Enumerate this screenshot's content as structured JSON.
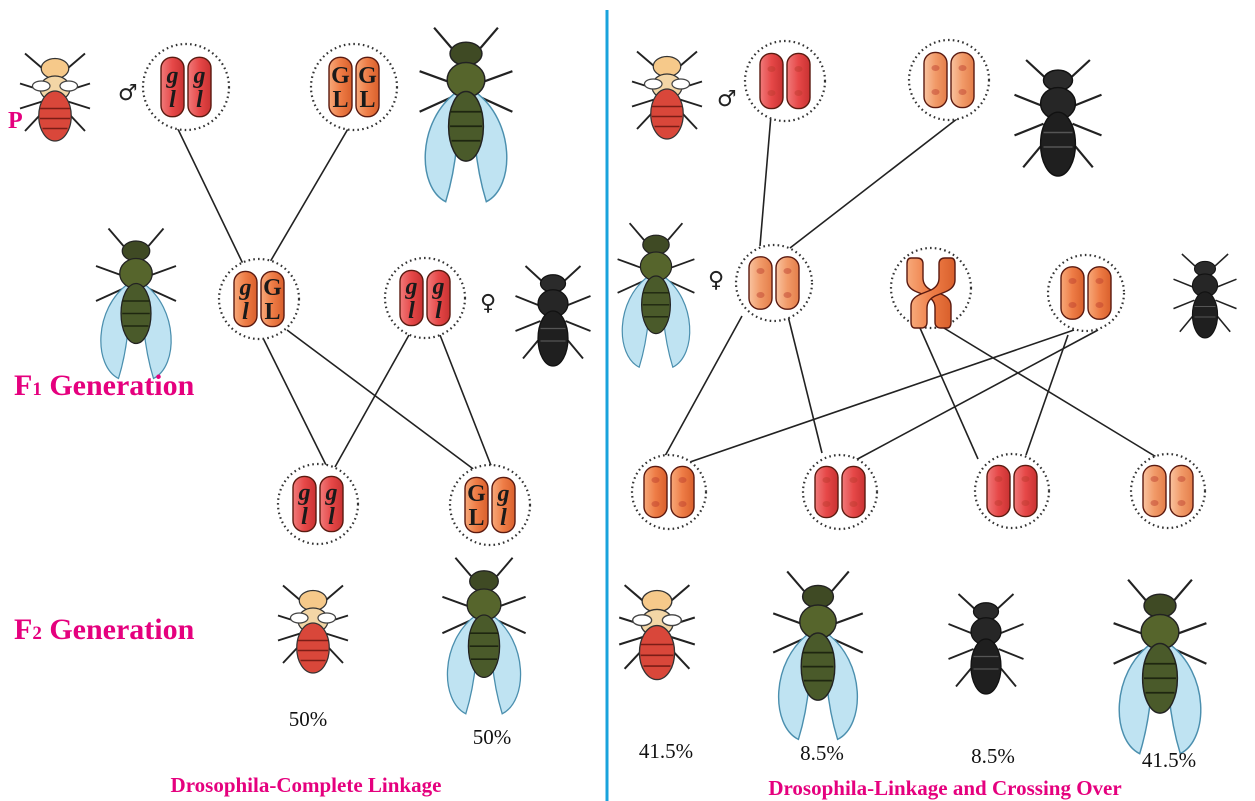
{
  "colors": {
    "title_magenta": "#e5007e",
    "divider_blue": "#1aa3dc",
    "chromosome_red": "#e04a4a",
    "chromosome_orange": "#ee7f45",
    "vestigial_body": "#d54a3a",
    "wild_body": "#4a5a2a",
    "wing_blue": "#bfe3f2"
  },
  "left_panel": {
    "labels": {
      "p": "P",
      "f1_prefix": "F",
      "f1_sub": "1",
      "f1_suffix": " Generation",
      "f2_prefix": "F",
      "f2_sub": "2",
      "f2_suffix": " Generation"
    },
    "symbols": {
      "male": "♂",
      "female": "♀"
    },
    "chromosomes": {
      "p_male": {
        "top": [
          "g",
          "g"
        ],
        "bottom": [
          "l",
          "l"
        ]
      },
      "p_female": {
        "top": [
          "G",
          "G"
        ],
        "bottom": [
          "L",
          "L"
        ]
      },
      "f1_a": {
        "top": [
          "g",
          "G"
        ],
        "bottom": [
          "l",
          "L"
        ]
      },
      "f1_b": {
        "top": [
          "g",
          "g"
        ],
        "bottom": [
          "l",
          "l"
        ]
      },
      "f2_a": {
        "top": [
          "g",
          "g"
        ],
        "bottom": [
          "l",
          "l"
        ]
      },
      "f2_b": {
        "top": [
          "G",
          "g"
        ],
        "bottom": [
          "L",
          "l"
        ]
      }
    },
    "percentages": [
      "50%",
      "50%"
    ],
    "caption": "Drosophila-Complete Linkage"
  },
  "right_panel": {
    "symbols": {
      "male": "♂",
      "female": "♀"
    },
    "percentages": [
      "41.5%",
      "8.5%",
      "8.5%",
      "41.5%"
    ],
    "caption": "Drosophila-Linkage and Crossing Over"
  }
}
